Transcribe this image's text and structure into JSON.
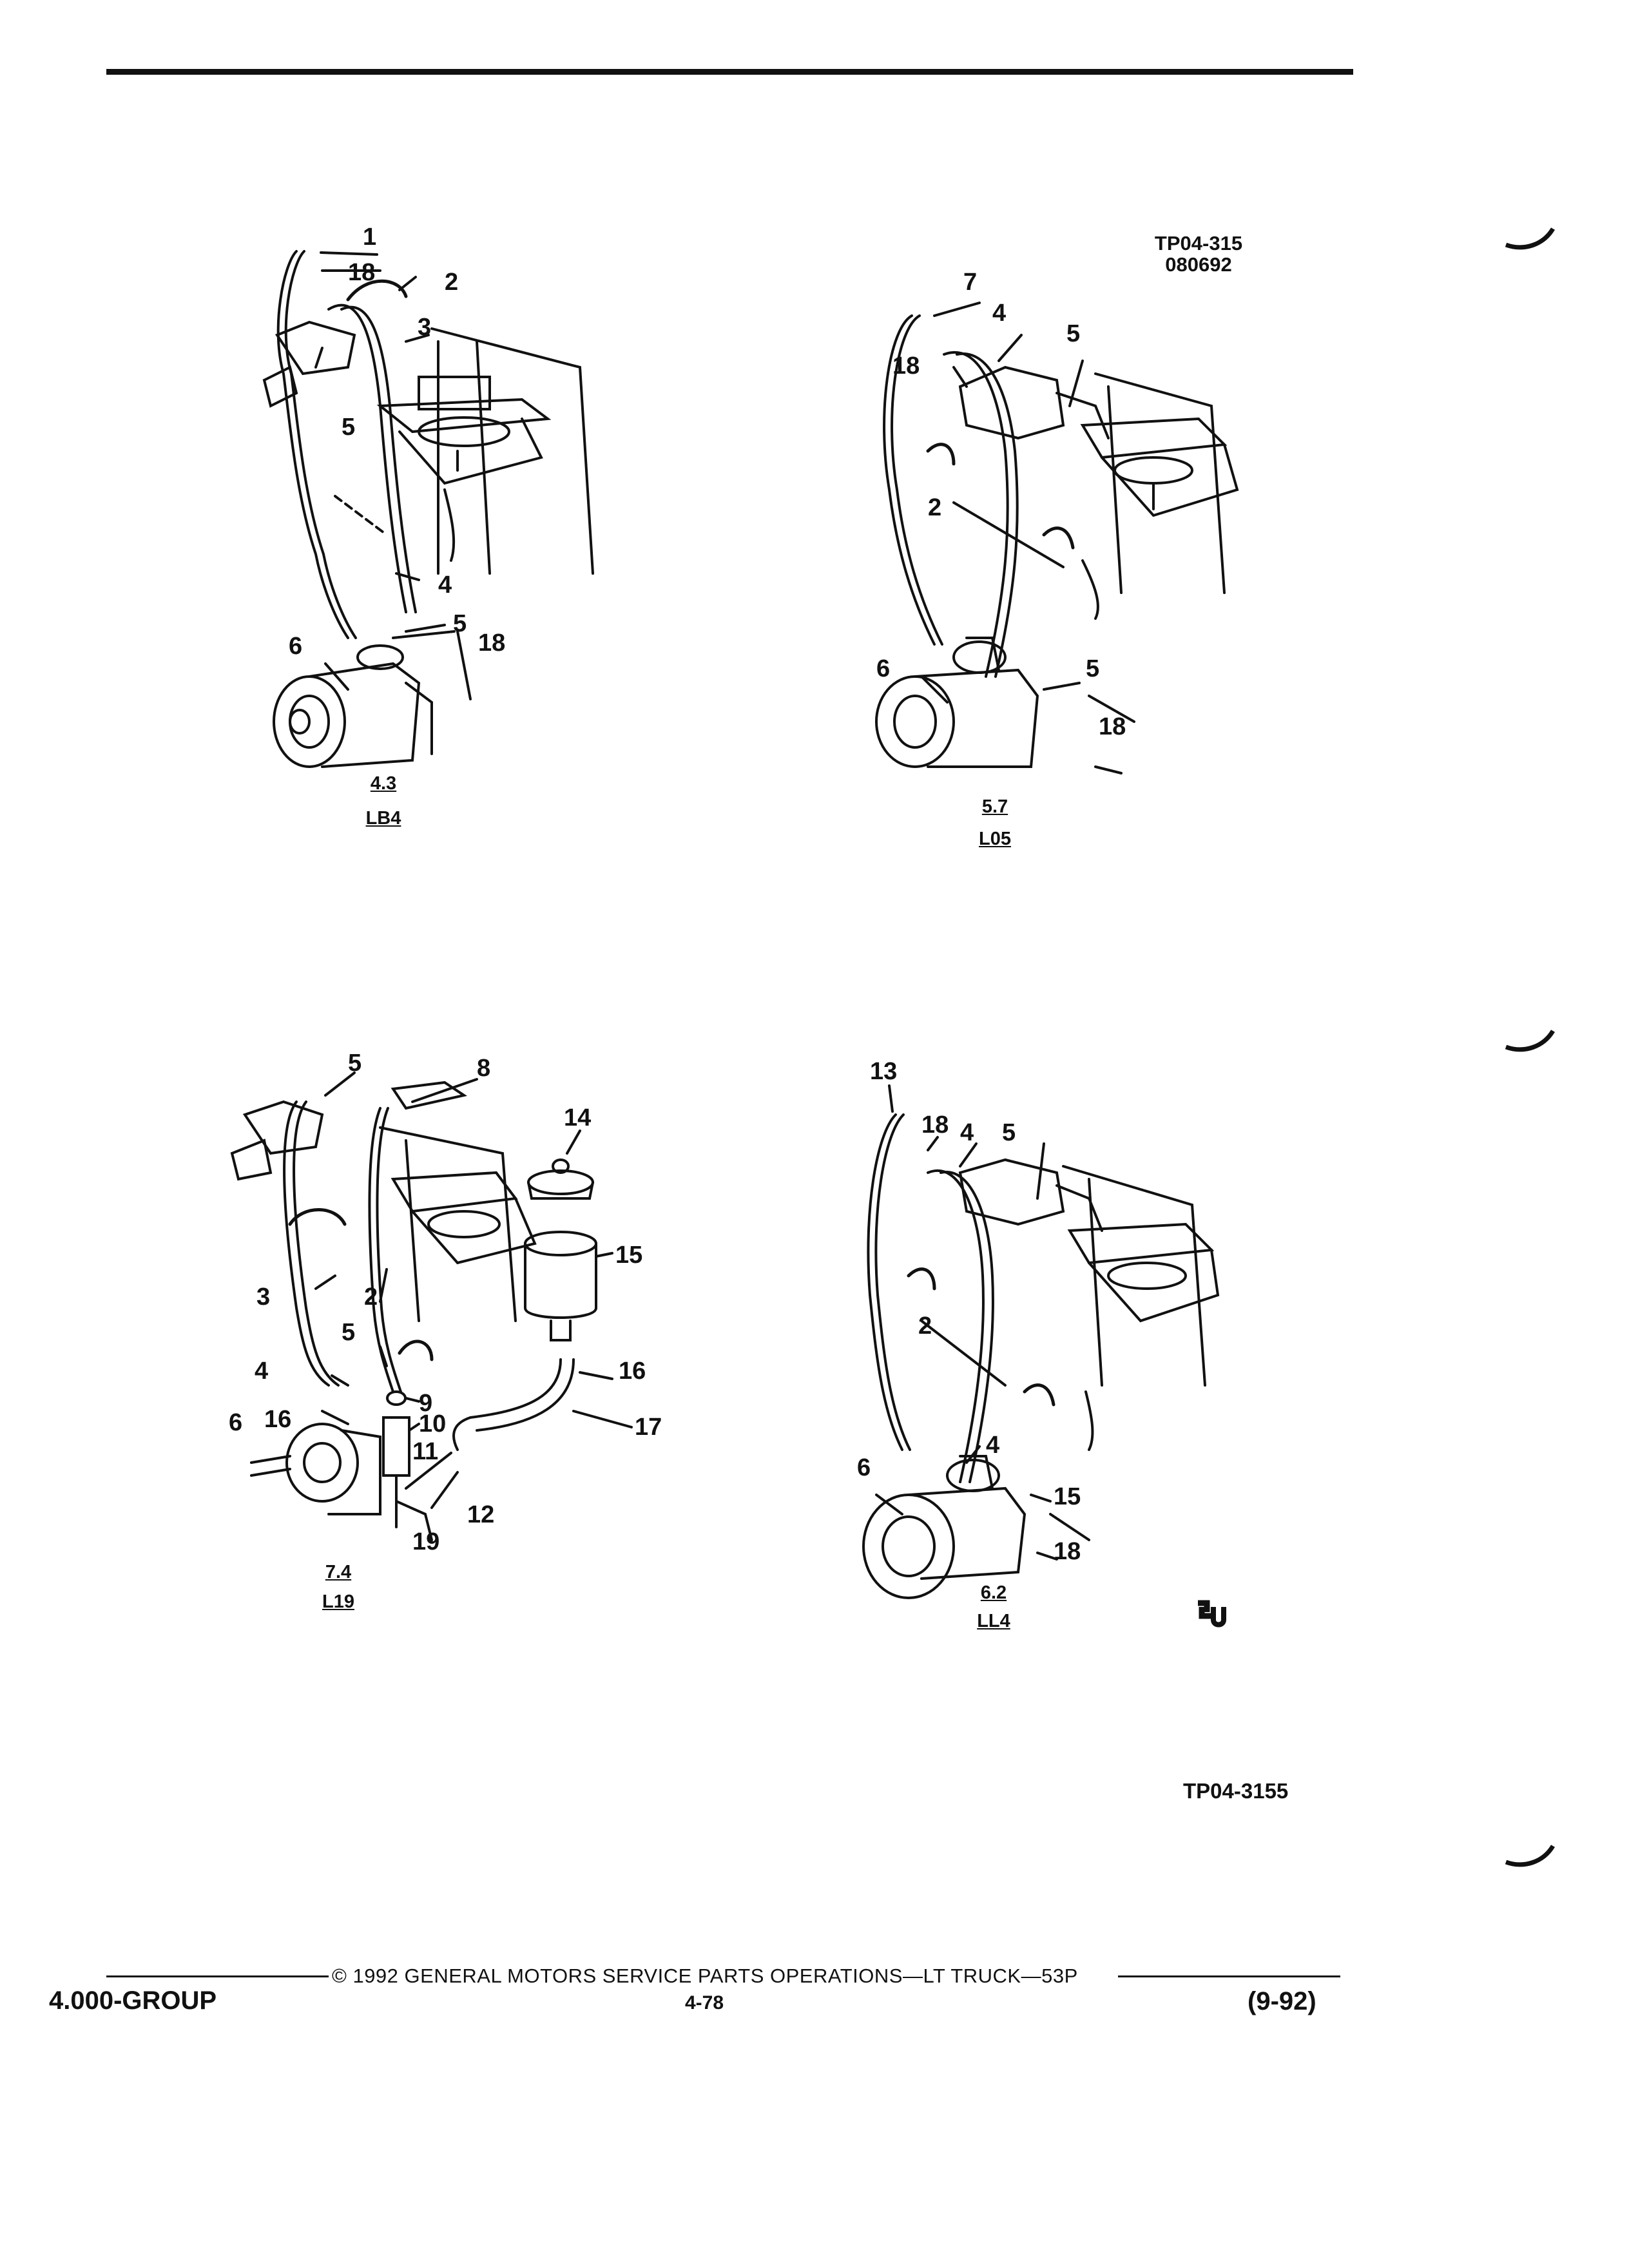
{
  "header": {
    "ref_code_1": "TP04-315",
    "ref_code_2": "080692"
  },
  "figures": [
    {
      "id": "fig-4-3",
      "displacement": "4.3",
      "engine_code": "LB4",
      "callouts": [
        "1",
        "18",
        "2",
        "3",
        "5",
        "4",
        "5",
        "18",
        "6"
      ]
    },
    {
      "id": "fig-5-7",
      "displacement": "5.7",
      "engine_code": "L05",
      "callouts": [
        "7",
        "4",
        "5",
        "18",
        "2",
        "6",
        "5",
        "18"
      ]
    },
    {
      "id": "fig-7-4",
      "displacement": "7.4",
      "engine_code": "L19",
      "callouts": [
        "5",
        "8",
        "14",
        "15",
        "3",
        "2",
        "5",
        "4",
        "16",
        "9",
        "10",
        "6",
        "16",
        "11",
        "12",
        "19",
        "17"
      ]
    },
    {
      "id": "fig-6-2",
      "displacement": "6.2",
      "engine_code": "LL4",
      "callouts": [
        "13",
        "18",
        "4",
        "5",
        "2",
        "4",
        "6",
        "15",
        "18"
      ]
    }
  ],
  "figure_ref": "TP04-3155",
  "footer": {
    "copyright": "© 1992 GENERAL MOTORS SERVICE PARTS OPERATIONS—LT TRUCK—53P",
    "group": "4.000-GROUP",
    "page_number": "4-78",
    "revision": "(9-92)"
  }
}
